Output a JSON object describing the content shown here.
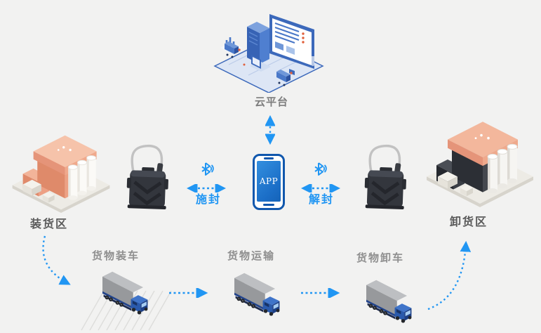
{
  "colors": {
    "accent": "#2196f3",
    "phone_border_blue": "#1057ad",
    "background": "#f2f2f1",
    "label_gray": "#7d7d7d",
    "area_label_gray": "#5a5a5a",
    "step_label_gray": "#8f8f8f",
    "building_left_salmon": "#df8a6a",
    "building_right_charcoal": "#2c2f35",
    "truck_cab_blue": "#2a5aac",
    "truck_trailer_gray": "#97999c"
  },
  "cloud_platform": {
    "label": "云平台"
  },
  "app": {
    "label": "APP"
  },
  "bluetooth_left": {
    "action_label": "施封",
    "icon": "bluetooth-icon"
  },
  "bluetooth_right": {
    "action_label": "解封",
    "icon": "bluetooth-icon"
  },
  "areas": {
    "loading": {
      "label": "装货区"
    },
    "unloading": {
      "label": "卸货区"
    }
  },
  "workflow_steps": [
    {
      "label": "货物装车"
    },
    {
      "label": "货物运输"
    },
    {
      "label": "货物卸车"
    }
  ],
  "devices": {
    "eseal": "electronic-seal-lock"
  }
}
